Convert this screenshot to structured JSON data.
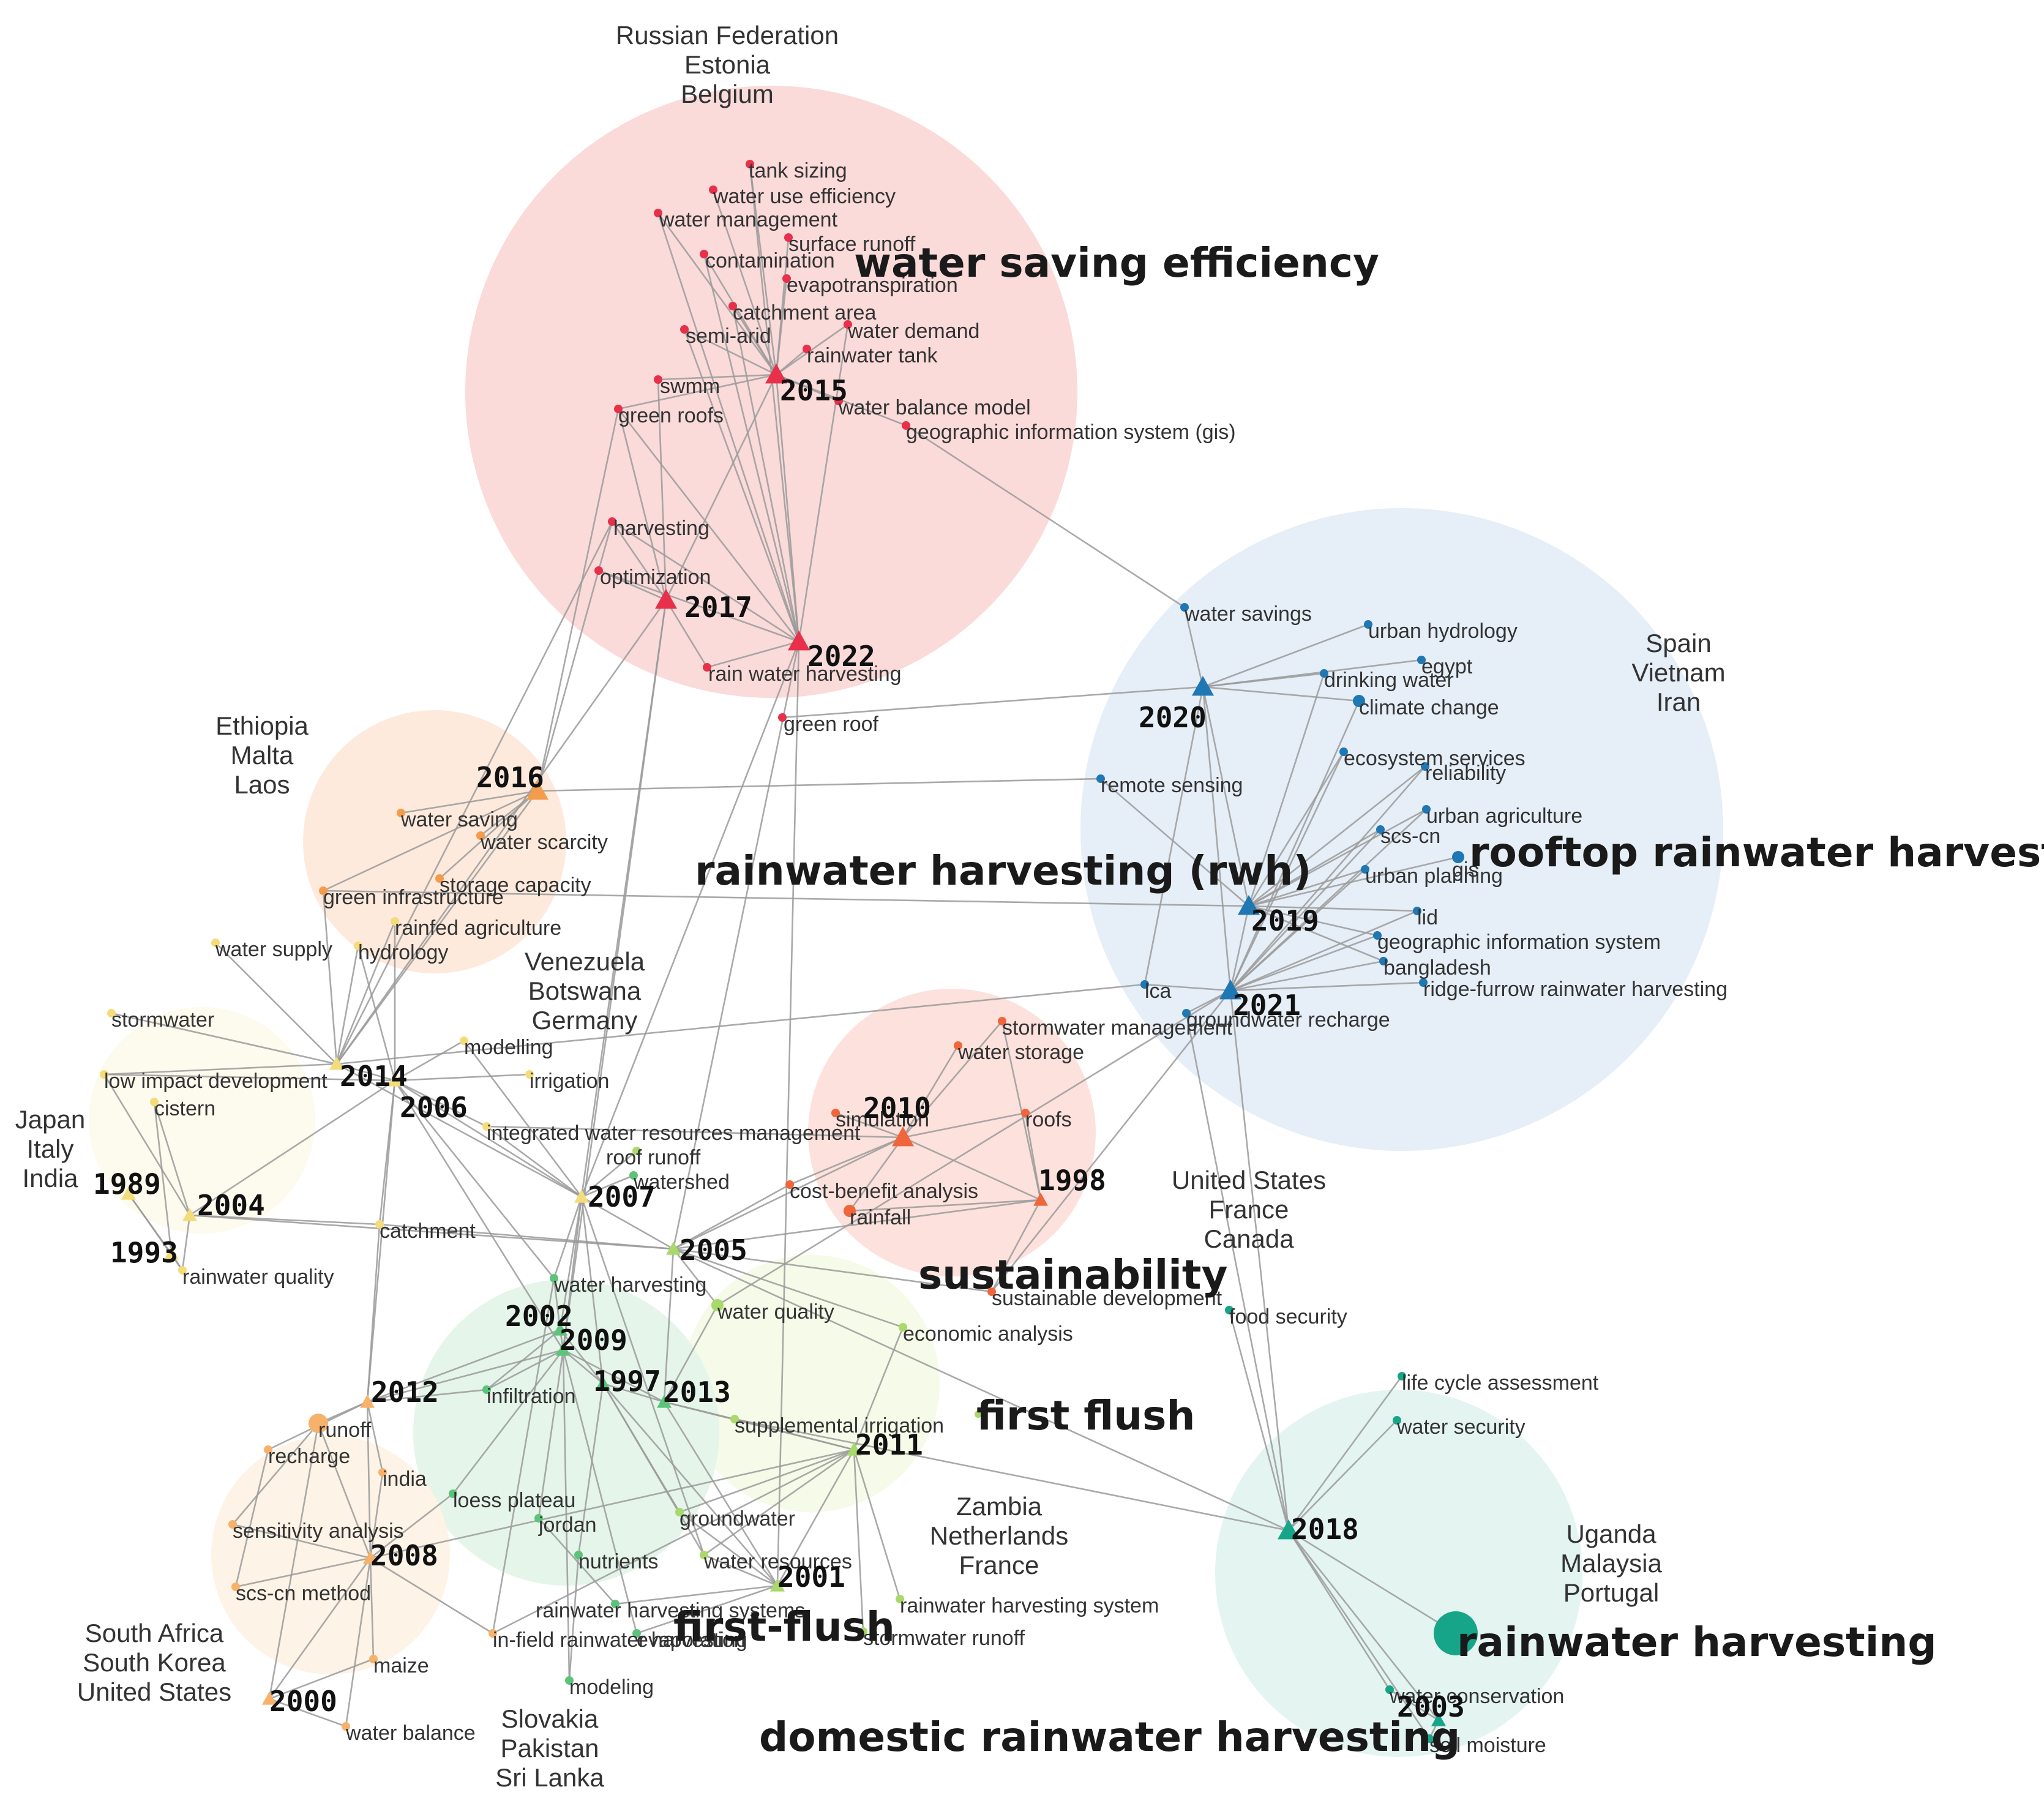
{
  "colors": {
    "red": "#e8304a",
    "blue": "#1f77b4",
    "teal": "#17a589",
    "orange": "#f39c4b",
    "lightorange": "#f6b26b",
    "yellow": "#f5dc7a",
    "lightgreen": "#a8d96a",
    "green": "#5cc47a",
    "coral": "#f0663c"
  },
  "clusters": [
    {
      "id": "water-saving-efficiency",
      "label": "water saving efficiency",
      "color": "#fbdada"
    },
    {
      "id": "rooftop-rainwater-harvesting",
      "label": "rooftop rainwater harvesting",
      "color": "#e6eef7"
    },
    {
      "id": "rainwater-harvesting-rwh",
      "label": "rainwater harvesting (rwh)",
      "color": "#fdeadd"
    },
    {
      "id": "sustainability",
      "label": "sustainability",
      "color": "#fde1dc"
    },
    {
      "id": "rainwater-harvesting",
      "label": "rainwater harvesting",
      "color": "#e3f4f1"
    },
    {
      "id": "first-flush",
      "label": "first flush",
      "color": "#f6fae8"
    },
    {
      "id": "first-flush-hyphen",
      "label": "first-flush",
      "color": "#e5f5e9"
    },
    {
      "id": "domestic-rainwater-harvesting",
      "label": "domestic rainwater harvesting",
      "color": "#fdf3e6"
    },
    {
      "id": "yellow-group",
      "color": "#fdfaee"
    }
  ],
  "countries": [
    {
      "id": "top",
      "lines": [
        "Russian Federation",
        "Estonia",
        "Belgium"
      ]
    },
    {
      "id": "spain",
      "lines": [
        "Spain",
        "Vietnam",
        "Iran"
      ]
    },
    {
      "id": "ethiopia",
      "lines": [
        "Ethiopia",
        "Malta",
        "Laos"
      ]
    },
    {
      "id": "venezuela",
      "lines": [
        "Venezuela",
        "Botswana",
        "Germany"
      ]
    },
    {
      "id": "japan",
      "lines": [
        "Japan",
        "Italy",
        "India"
      ]
    },
    {
      "id": "us",
      "lines": [
        "United States",
        "France",
        "Canada"
      ]
    },
    {
      "id": "zambia",
      "lines": [
        "Zambia",
        "Netherlands",
        "France"
      ]
    },
    {
      "id": "uganda",
      "lines": [
        "Uganda",
        "Malaysia",
        "Portugal"
      ]
    },
    {
      "id": "southafrica",
      "lines": [
        "South Africa",
        "South Korea",
        "United States"
      ]
    },
    {
      "id": "slovakia",
      "lines": [
        "Slovakia",
        "Pakistan",
        "Sri Lanka"
      ]
    }
  ],
  "years": [
    {
      "id": "y2015",
      "label": "2015",
      "color": "#e8304a"
    },
    {
      "id": "y2017",
      "label": "2017",
      "color": "#e8304a"
    },
    {
      "id": "y2022",
      "label": "2022",
      "color": "#e8304a"
    },
    {
      "id": "y2020",
      "label": "2020",
      "color": "#1f77b4"
    },
    {
      "id": "y2019",
      "label": "2019",
      "color": "#1f77b4"
    },
    {
      "id": "y2021",
      "label": "2021",
      "color": "#1f77b4"
    },
    {
      "id": "y2016",
      "label": "2016",
      "color": "#f39c4b"
    },
    {
      "id": "y2014",
      "label": "2014",
      "color": "#f5dc7a"
    },
    {
      "id": "y2006",
      "label": "2006",
      "color": "#f5dc7a"
    },
    {
      "id": "y2010",
      "label": "2010",
      "color": "#f0663c"
    },
    {
      "id": "y1998",
      "label": "1998",
      "color": "#f0663c"
    },
    {
      "id": "y1989",
      "label": "1989",
      "color": "#f5dc7a"
    },
    {
      "id": "y1993",
      "label": "1993",
      "color": "#f5dc7a"
    },
    {
      "id": "y2004",
      "label": "2004",
      "color": "#f5dc7a"
    },
    {
      "id": "y2007",
      "label": "2007",
      "color": "#f5dc7a"
    },
    {
      "id": "y2005",
      "label": "2005",
      "color": "#a8d96a"
    },
    {
      "id": "y2002",
      "label": "2002",
      "color": "#5cc47a"
    },
    {
      "id": "y2009",
      "label": "2009",
      "color": "#5cc47a"
    },
    {
      "id": "y1997",
      "label": "1997",
      "color": "#5cc47a"
    },
    {
      "id": "y2013",
      "label": "2013",
      "color": "#5cc47a"
    },
    {
      "id": "y2012",
      "label": "2012",
      "color": "#f6b26b"
    },
    {
      "id": "y2011",
      "label": "2011",
      "color": "#a8d96a"
    },
    {
      "id": "y2008",
      "label": "2008",
      "color": "#f6b26b"
    },
    {
      "id": "y2001",
      "label": "2001",
      "color": "#a8d96a"
    },
    {
      "id": "y2000",
      "label": "2000",
      "color": "#f6b26b"
    },
    {
      "id": "y2018",
      "label": "2018",
      "color": "#17a589"
    },
    {
      "id": "y2003",
      "label": "2003",
      "color": "#17a589"
    }
  ],
  "keywords": [
    {
      "id": "k-tank-sizing",
      "label": "tank sizing",
      "color": "#e8304a"
    },
    {
      "id": "k-water-use-efficiency",
      "label": "water use efficiency",
      "color": "#e8304a"
    },
    {
      "id": "k-water-management",
      "label": "water management",
      "color": "#e8304a"
    },
    {
      "id": "k-surface-runoff",
      "label": "surface runoff",
      "color": "#e8304a"
    },
    {
      "id": "k-contamination",
      "label": "contamination",
      "color": "#e8304a"
    },
    {
      "id": "k-evapotranspiration",
      "label": "evapotranspiration",
      "color": "#e8304a"
    },
    {
      "id": "k-catchment-area",
      "label": "catchment area",
      "color": "#e8304a"
    },
    {
      "id": "k-semi-arid",
      "label": "semi-arid",
      "color": "#e8304a"
    },
    {
      "id": "k-water-demand",
      "label": "water demand",
      "color": "#e8304a"
    },
    {
      "id": "k-rainwater-tank",
      "label": "rainwater tank",
      "color": "#e8304a"
    },
    {
      "id": "k-swmm",
      "label": "swmm",
      "color": "#e8304a"
    },
    {
      "id": "k-green-roofs",
      "label": "green roofs",
      "color": "#e8304a"
    },
    {
      "id": "k-water-balance-model",
      "label": "water balance model",
      "color": "#e8304a"
    },
    {
      "id": "k-gis-full",
      "label": "geographic information system (gis)",
      "color": "#e8304a"
    },
    {
      "id": "k-harvesting",
      "label": "harvesting",
      "color": "#e8304a"
    },
    {
      "id": "k-optimization",
      "label": "optimization",
      "color": "#e8304a"
    },
    {
      "id": "k-rain-water-harvesting",
      "label": "rain water harvesting",
      "color": "#e8304a"
    },
    {
      "id": "k-green-roof",
      "label": "green roof",
      "color": "#e8304a"
    },
    {
      "id": "k-water-savings",
      "label": "water savings",
      "color": "#1f77b4"
    },
    {
      "id": "k-urban-hydrology",
      "label": "urban hydrology",
      "color": "#1f77b4"
    },
    {
      "id": "k-egypt",
      "label": "egypt",
      "color": "#1f77b4"
    },
    {
      "id": "k-drinking-water",
      "label": "drinking water",
      "color": "#1f77b4"
    },
    {
      "id": "k-climate-change",
      "label": "climate change",
      "color": "#1f77b4"
    },
    {
      "id": "k-ecosystem-services",
      "label": "ecosystem services",
      "color": "#1f77b4"
    },
    {
      "id": "k-reliability",
      "label": "reliability",
      "color": "#1f77b4"
    },
    {
      "id": "k-remote-sensing",
      "label": "remote sensing",
      "color": "#1f77b4"
    },
    {
      "id": "k-urban-agriculture",
      "label": "urban agriculture",
      "color": "#1f77b4"
    },
    {
      "id": "k-scs-cn-blue",
      "label": "scs-cn",
      "color": "#1f77b4"
    },
    {
      "id": "k-urban-planning",
      "label": "urban planning",
      "color": "#1f77b4"
    },
    {
      "id": "k-gis",
      "label": "gis",
      "color": "#1f77b4"
    },
    {
      "id": "k-lid",
      "label": "lid",
      "color": "#1f77b4"
    },
    {
      "id": "k-geographic-information-system",
      "label": "geographic information system",
      "color": "#1f77b4"
    },
    {
      "id": "k-bangladesh",
      "label": "bangladesh",
      "color": "#1f77b4"
    },
    {
      "id": "k-ridge-furrow",
      "label": "ridge-furrow rainwater harvesting",
      "color": "#1f77b4"
    },
    {
      "id": "k-lca",
      "label": "lca",
      "color": "#1f77b4"
    },
    {
      "id": "k-groundwater-recharge",
      "label": "groundwater recharge",
      "color": "#1f77b4"
    },
    {
      "id": "k-water-saving",
      "label": "water saving",
      "color": "#f39c4b"
    },
    {
      "id": "k-water-scarcity",
      "label": "water scarcity",
      "color": "#f39c4b"
    },
    {
      "id": "k-storage-capacity",
      "label": "storage capacity",
      "color": "#f39c4b"
    },
    {
      "id": "k-green-infrastructure",
      "label": "green infrastructure",
      "color": "#f39c4b"
    },
    {
      "id": "k-rainfed-agriculture",
      "label": "rainfed agriculture",
      "color": "#f5dc7a"
    },
    {
      "id": "k-water-supply",
      "label": "water supply",
      "color": "#f5dc7a"
    },
    {
      "id": "k-hydrology",
      "label": "hydrology",
      "color": "#f5dc7a"
    },
    {
      "id": "k-stormwater",
      "label": "stormwater",
      "color": "#f5dc7a"
    },
    {
      "id": "k-low-impact-development",
      "label": "low impact development",
      "color": "#f5dc7a"
    },
    {
      "id": "k-cistern",
      "label": "cistern",
      "color": "#f5dc7a"
    },
    {
      "id": "k-modelling",
      "label": "modelling",
      "color": "#f5dc7a"
    },
    {
      "id": "k-irrigation",
      "label": "irrigation",
      "color": "#f5dc7a"
    },
    {
      "id": "k-iwrm",
      "label": "integrated water resources management",
      "color": "#f5dc7a"
    },
    {
      "id": "k-stormwater-management",
      "label": "stormwater management",
      "color": "#f0663c"
    },
    {
      "id": "k-water-storage",
      "label": "water storage",
      "color": "#f0663c"
    },
    {
      "id": "k-simulation",
      "label": "simulation",
      "color": "#f0663c"
    },
    {
      "id": "k-roofs",
      "label": "roofs",
      "color": "#f0663c"
    },
    {
      "id": "k-cost-benefit",
      "label": "cost-benefit analysis",
      "color": "#f0663c"
    },
    {
      "id": "k-rainfall",
      "label": "rainfall",
      "color": "#f0663c"
    },
    {
      "id": "k-roof-runoff",
      "label": "roof runoff",
      "color": "#a8d96a"
    },
    {
      "id": "k-watershed",
      "label": "watershed",
      "color": "#5cc47a"
    },
    {
      "id": "k-catchment",
      "label": "catchment",
      "color": "#f5dc7a"
    },
    {
      "id": "k-rainwater-quality",
      "label": "rainwater quality",
      "color": "#f5dc7a"
    },
    {
      "id": "k-water-harvesting",
      "label": "water harvesting",
      "color": "#5cc47a"
    },
    {
      "id": "k-water-quality",
      "label": "water quality",
      "color": "#a8d96a"
    },
    {
      "id": "k-economic-analysis",
      "label": "economic analysis",
      "color": "#a8d96a"
    },
    {
      "id": "k-sustainable-development",
      "label": "sustainable development",
      "color": "#f0663c"
    },
    {
      "id": "k-food-security",
      "label": "food security",
      "color": "#17a589"
    },
    {
      "id": "k-infiltration",
      "label": "infiltration",
      "color": "#5cc47a"
    },
    {
      "id": "k-supplemental-irrigation",
      "label": "supplemental irrigation",
      "color": "#a8d96a"
    },
    {
      "id": "k-runoff",
      "label": "runoff",
      "color": "#f6b26b"
    },
    {
      "id": "k-recharge",
      "label": "recharge",
      "color": "#f6b26b"
    },
    {
      "id": "k-india",
      "label": "india",
      "color": "#f6b26b"
    },
    {
      "id": "k-loess-plateau",
      "label": "loess plateau",
      "color": "#5cc47a"
    },
    {
      "id": "k-jordan",
      "label": "jordan",
      "color": "#5cc47a"
    },
    {
      "id": "k-groundwater",
      "label": "groundwater",
      "color": "#a8d96a"
    },
    {
      "id": "k-sensitivity-analysis",
      "label": "sensitivity analysis",
      "color": "#f6b26b"
    },
    {
      "id": "k-scs-cn-method",
      "label": "scs-cn method",
      "color": "#f6b26b"
    },
    {
      "id": "k-nutrients",
      "label": "nutrients",
      "color": "#5cc47a"
    },
    {
      "id": "k-water-resources",
      "label": "water resources",
      "color": "#a8d96a"
    },
    {
      "id": "k-rwh-systems",
      "label": "rainwater harvesting systems",
      "color": "#5cc47a"
    },
    {
      "id": "k-rwh-system",
      "label": "rainwater harvesting system",
      "color": "#a8d96a"
    },
    {
      "id": "k-in-field",
      "label": "in-field rainwater harvesting",
      "color": "#f6b26b"
    },
    {
      "id": "k-evaporation",
      "label": "evaporation",
      "color": "#5cc47a"
    },
    {
      "id": "k-stormwater-runoff",
      "label": "stormwater runoff",
      "color": "#a8d96a"
    },
    {
      "id": "k-modeling",
      "label": "modeling",
      "color": "#5cc47a"
    },
    {
      "id": "k-maize",
      "label": "maize",
      "color": "#f6b26b"
    },
    {
      "id": "k-water-balance",
      "label": "water balance",
      "color": "#f6b26b"
    },
    {
      "id": "k-life-cycle",
      "label": "life cycle assessment",
      "color": "#17a589"
    },
    {
      "id": "k-water-security",
      "label": "water security",
      "color": "#17a589"
    },
    {
      "id": "k-water-conservation",
      "label": "water conservation",
      "color": "#17a589"
    },
    {
      "id": "k-soil-moisture",
      "label": "soil moisture",
      "color": "#17a589"
    }
  ]
}
